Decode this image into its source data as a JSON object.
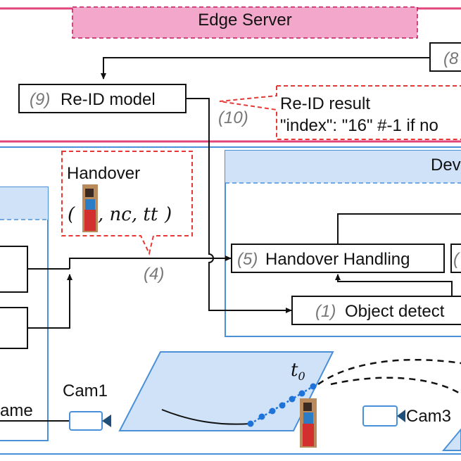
{
  "edge_server": {
    "title": "Edge Server"
  },
  "step8": {
    "num": "(8"
  },
  "reid_model": {
    "num": "(9)",
    "label": "Re-ID model"
  },
  "step10": {
    "num": "(10)"
  },
  "reid_result": {
    "line1": "Re-ID result",
    "line2": "\"index\": \"16\" #-1 if no"
  },
  "handover_bubble": {
    "title": "Handover",
    "open": "(",
    "tuple": ", nc, tt",
    "close": ")"
  },
  "step4": {
    "num": "(4)"
  },
  "device": {
    "title": "Dev"
  },
  "handover_handling": {
    "num": "(5)",
    "label": "Handover Handling"
  },
  "step_right": {
    "num": "("
  },
  "object_detect": {
    "num": "(1)",
    "label": "Object detect"
  },
  "cam1": {
    "label": "Cam1"
  },
  "cam3": {
    "label": "Cam3"
  },
  "frame": {
    "label": "ame"
  },
  "t0": {
    "label": "t",
    "sub": "0"
  },
  "colors": {
    "pink": "#e0457b",
    "blue": "#4a90d9",
    "red": "#e53935",
    "fill_blue": "#cfe2f8",
    "fill_pink": "#f3a8cb"
  }
}
